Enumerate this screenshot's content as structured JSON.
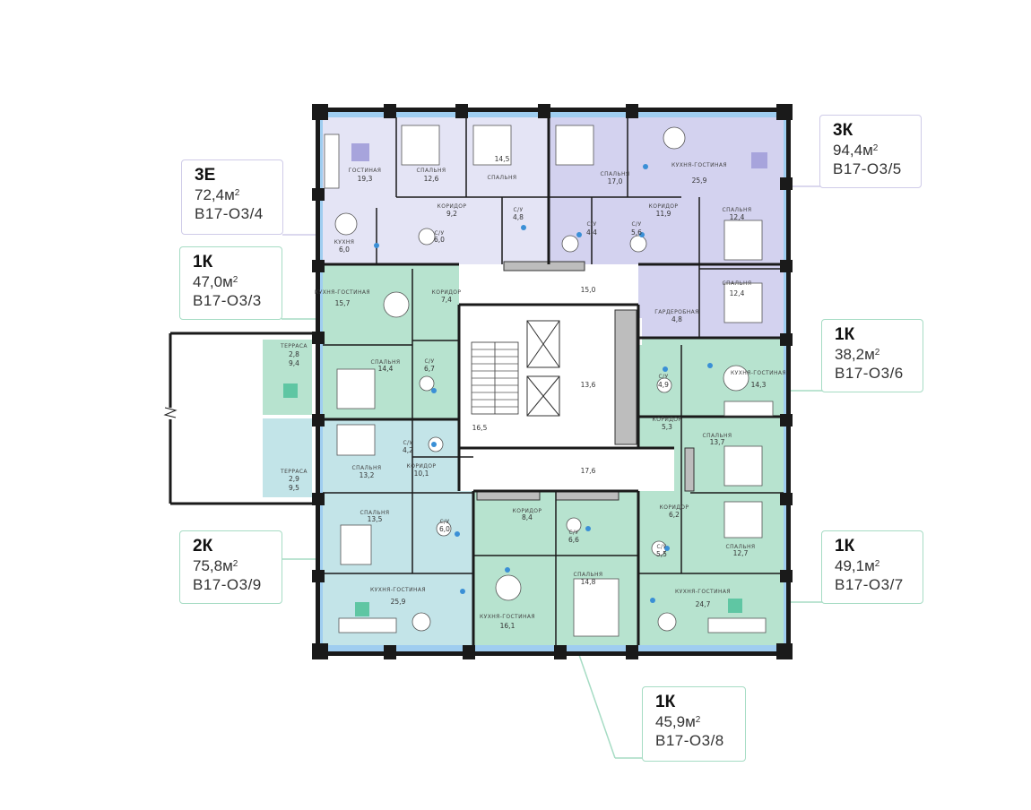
{
  "colors": {
    "violet": "#d4d3f0",
    "violet_light": "#e6e6f6",
    "green": "#b6e3cf",
    "teal": "#c3e4e8",
    "wall": "#1a1a1a",
    "window": "#8fc4ea",
    "line_green": "#a6dcc4",
    "line_violet": "#cfcbe8"
  },
  "cards": [
    {
      "type": "3Е",
      "area_value": "72,4м",
      "area_unit": "2",
      "code": "В17-О3/4",
      "theme": "violet"
    },
    {
      "type": "3К",
      "area_value": "94,4м",
      "area_unit": "2",
      "code": "В17-О3/5",
      "theme": "violet"
    },
    {
      "type": "1К",
      "area_value": "47,0м",
      "area_unit": "2",
      "code": "В17-О3/3",
      "theme": "green"
    },
    {
      "type": "1К",
      "area_value": "38,2м",
      "area_unit": "2",
      "code": "В17-О3/6",
      "theme": "green"
    },
    {
      "type": "2К",
      "area_value": "75,8м",
      "area_unit": "2",
      "code": "В17-О3/9",
      "theme": "green"
    },
    {
      "type": "1К",
      "area_value": "49,1м",
      "area_unit": "2",
      "code": "В17-О3/7",
      "theme": "green"
    },
    {
      "type": "1К",
      "area_value": "45,9м",
      "area_unit": "2",
      "code": "В17-О3/8",
      "theme": "green"
    }
  ],
  "rooms": [
    {
      "name": "ГОСТИНАЯ",
      "area": "19,3"
    },
    {
      "name": "СПАЛЬНЯ",
      "area": "12,6"
    },
    {
      "name": "СПАЛЬНЯ",
      "area": "14,5"
    },
    {
      "name": "КОРИДОР",
      "area": "9,2"
    },
    {
      "name": "С/У",
      "area": "4,8"
    },
    {
      "name": "КУХНЯ",
      "area": "6,0"
    },
    {
      "name": "С/У",
      "area": "6,0"
    },
    {
      "name": "СПАЛЬНЯ",
      "area": "17,0"
    },
    {
      "name": "КУХНЯ-ГОСТИНАЯ",
      "area": "25,9"
    },
    {
      "name": "КОРИДОР",
      "area": "11,9"
    },
    {
      "name": "С/У",
      "area": "4,4"
    },
    {
      "name": "С/У",
      "area": "5,6"
    },
    {
      "name": "СПАЛЬНЯ",
      "area": "12,4"
    },
    {
      "name": "СПАЛЬНЯ",
      "area": "12,4"
    },
    {
      "name": "ГАРДЕРОБНАЯ",
      "area": "4,8"
    },
    {
      "name": "КУХНЯ-ГОСТИНАЯ",
      "area": "15,7"
    },
    {
      "name": "КОРИДОР",
      "area": "7,4"
    },
    {
      "name": "С/У",
      "area": "6,7"
    },
    {
      "name": "СПАЛЬНЯ",
      "area": "14,4"
    },
    {
      "name": "ТЕРРАСА",
      "area": "2,8"
    },
    {
      "name": "ТЕРРАСА",
      "area": "2,9"
    },
    {
      "name": "С/У",
      "area": "4,9"
    },
    {
      "name": "КУХНЯ-ГОСТИНАЯ",
      "area": "14,3"
    },
    {
      "name": "КОРИДОР",
      "area": "5,3"
    },
    {
      "name": "СПАЛЬНЯ",
      "area": "13,7"
    },
    {
      "name": "С/У",
      "area": "4,2"
    },
    {
      "name": "СПАЛЬНЯ",
      "area": "13,2"
    },
    {
      "name": "КОРИДОР",
      "area": "10,1"
    },
    {
      "name": "СПАЛЬНЯ",
      "area": "13,5"
    },
    {
      "name": "С/У",
      "area": "6,0"
    },
    {
      "name": "КУХНЯ-ГОСТИНАЯ",
      "area": "25,9"
    },
    {
      "name": "КОРИДОР",
      "area": "8,4"
    },
    {
      "name": "С/У",
      "area": "6,6"
    },
    {
      "name": "СПАЛЬНЯ",
      "area": "14,8"
    },
    {
      "name": "КУХНЯ-ГОСТИНАЯ",
      "area": "16,1"
    },
    {
      "name": "КОРИДОР",
      "area": "6,2"
    },
    {
      "name": "С/У",
      "area": "5,5"
    },
    {
      "name": "СПАЛЬНЯ",
      "area": "12,7"
    },
    {
      "name": "КУХНЯ-ГОСТИНАЯ",
      "area": "24,7"
    }
  ],
  "extra_areas": [
    "9,4",
    "9,5"
  ],
  "common_areas": [
    "15,0",
    "13,6",
    "16,5",
    "17,6"
  ]
}
